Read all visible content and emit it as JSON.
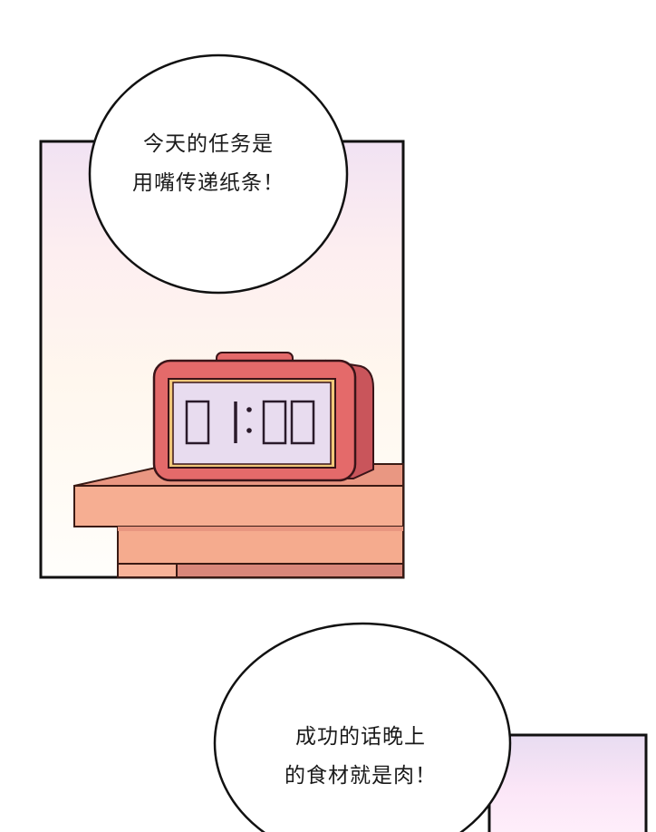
{
  "comic": {
    "panels": [
      {
        "id": "panel-1",
        "description": "Red digital alarm clock on a peach wooden desk against a soft pink-cream gradient background",
        "clock": {
          "display": "0 1:00",
          "body_color": "#e06466",
          "side_color": "#c9555b",
          "screen_color": "#e8dcef",
          "frame_accent": "#d6a23e"
        },
        "desk_color": "#f5ab8e",
        "background_gradient": [
          "#f3e6f4",
          "#fff3ea",
          "#fffdf8"
        ]
      },
      {
        "id": "panel-2",
        "description": "Partially visible panel with lavender-pink gradient background",
        "background_gradient": [
          "#ecdff2",
          "#fbe9f7",
          "#fff0fb"
        ]
      }
    ],
    "speech_bubbles": [
      {
        "id": "bubble-1",
        "lines": [
          "今天的任务是",
          "用嘴传递纸条！"
        ]
      },
      {
        "id": "bubble-2",
        "lines": [
          "成功的话晚上",
          "的食材就是肉！"
        ]
      }
    ]
  }
}
